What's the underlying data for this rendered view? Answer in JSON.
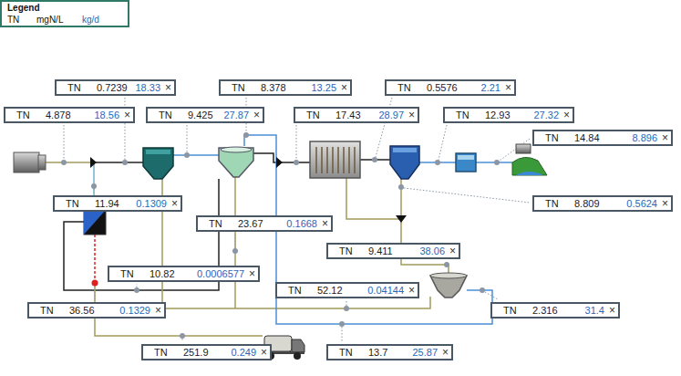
{
  "diagram": {
    "nodes": [
      {
        "text": [
          "Legend",
          "TN",
          "mgN/L",
          "kg/d"
        ]
      },
      {
        "text": [
          "TN",
          "0.7239",
          "18.33",
          "×"
        ]
      },
      {
        "text": [
          "TN",
          "8.378",
          "13.25",
          "×"
        ]
      },
      {
        "text": [
          "TN",
          "0.5576",
          "2.21",
          "×"
        ]
      },
      {
        "text": [
          "TN",
          "4.878",
          "18.56",
          "×"
        ]
      },
      {
        "text": [
          "TN",
          "9.425",
          "27.87",
          "×"
        ]
      },
      {
        "text": [
          "TN",
          "17.43",
          "28.97",
          "×"
        ]
      },
      {
        "text": [
          "TN",
          "12.93",
          "27.32",
          "×"
        ]
      },
      {
        "text": [
          "TN",
          "14.84",
          "8.896",
          "×"
        ]
      },
      {
        "text": [
          "TN",
          "11.94",
          "0.1309",
          "×"
        ]
      },
      {
        "text": [
          "TN",
          "8.809",
          "0.5624",
          "×"
        ]
      },
      {
        "text": [
          "TN",
          "23.67",
          "0.1668",
          "×"
        ]
      },
      {
        "text": [
          "TN",
          "9.411",
          "38.06",
          "×"
        ]
      },
      {
        "text": [
          "TN",
          "10.82",
          "0.0006577",
          "×"
        ]
      },
      {
        "text": [
          "TN",
          "52.12",
          "0.04144",
          "×"
        ]
      },
      {
        "text": [
          "TN",
          "36.56",
          "0.1329",
          "×"
        ]
      },
      {
        "text": [
          "TN",
          "2.316",
          "31.4",
          "×"
        ]
      },
      {
        "text": [
          "TN",
          "251.9",
          "0.249",
          "×"
        ]
      },
      {
        "text": [
          "TN",
          "13.7",
          "25.87",
          "×"
        ]
      }
    ]
  }
}
